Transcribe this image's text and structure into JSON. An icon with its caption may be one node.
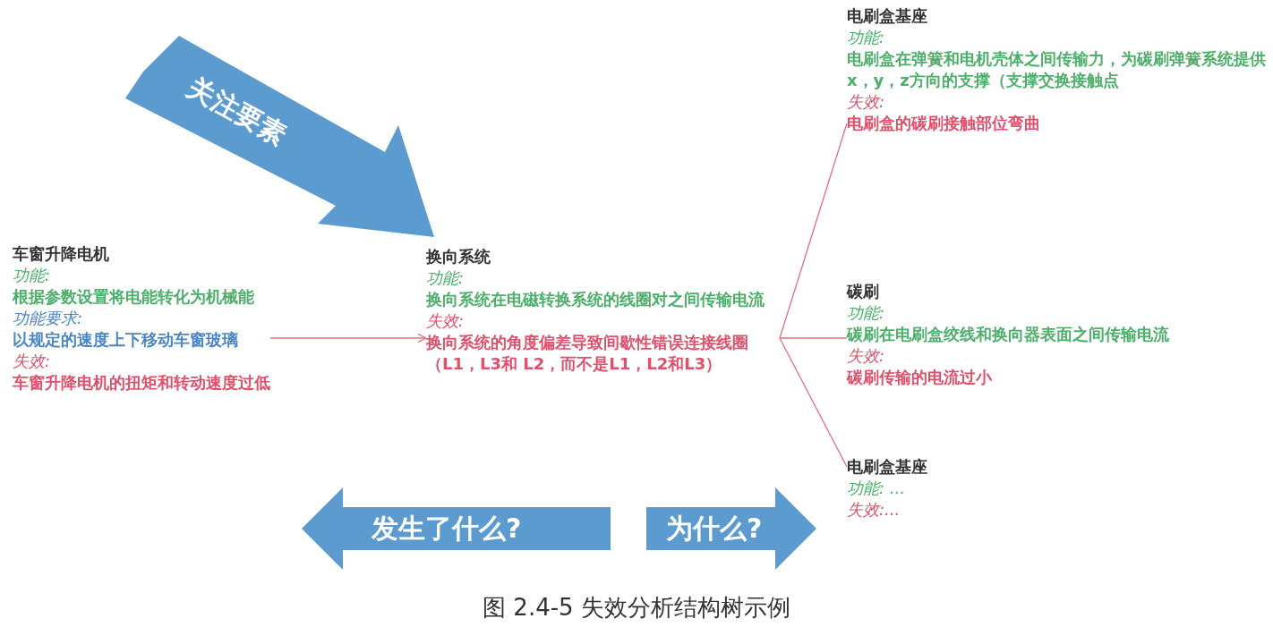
{
  "diagram": {
    "caption": "图 2.4-5 失效分析结构树示例",
    "nodes": [
      {
        "text": [
          "关注要素"
        ]
      },
      {
        "text": [
          "车窗升降电机",
          "功能:",
          "根据参数设置将电能转化为机械能",
          "功能要求:",
          "以规定的速度上下移动车窗玻璃",
          "失效:",
          "车窗升降电机的扭矩和转动速度过低"
        ]
      },
      {
        "text": [
          "换向系统",
          "功能:",
          "换向系统在电磁转换系统的线圈对之间传输电流",
          "失效:",
          "换向系统的角度偏差导致间歇性错误连接线圈（L1，L3和 L2，而不是L1，L2和L3）"
        ]
      },
      {
        "text": [
          "电刷盒基座",
          "功能:",
          "电刷盒在弹簧和电机壳体之间传输力，为碳刷弹簧系统提供x，y，z方向的支撑（支撑交换接触点",
          "失效:",
          "电刷盒的碳刷接触部位弯曲"
        ]
      },
      {
        "text": [
          "碳刷",
          "功能:",
          "碳刷在电刷盒绞线和换向器表面之间传输电流",
          "失效:",
          "碳刷传输的电流过小"
        ]
      },
      {
        "text": [
          "电刷盒基座",
          "功能: ...",
          "失效:..."
        ]
      },
      {
        "text": [
          "发生了什么?"
        ]
      },
      {
        "text": [
          "为什么?"
        ]
      }
    ],
    "edges": [
      {
        "from": 1,
        "to": 2,
        "arrow": "to"
      },
      {
        "from": 2,
        "to": 3,
        "arrow": "none"
      },
      {
        "from": 2,
        "to": 4,
        "arrow": "none"
      },
      {
        "from": 2,
        "to": 5,
        "arrow": "none"
      }
    ]
  }
}
